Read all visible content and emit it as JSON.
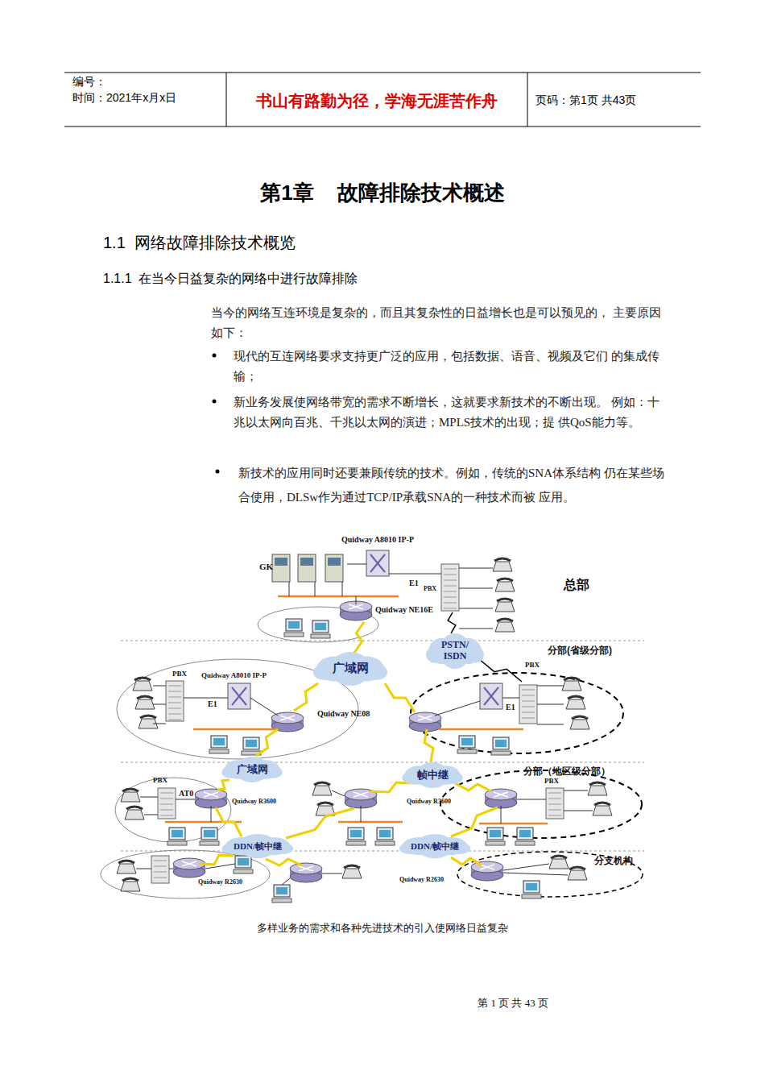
{
  "diagram": {
    "title": "第1章    故障排除技术概述",
    "caption": "多样业务的需求和各种先进技术的引入使网络日益复杂",
    "nodes": [
      {
        "text": [
          "PSTN/ ISDN"
        ]
      },
      {
        "text": [
          "广域网"
        ]
      },
      {
        "text": [
          "广域网"
        ]
      },
      {
        "text": [
          "帧中继"
        ]
      },
      {
        "text": [
          "DDN/帧中继"
        ]
      },
      {
        "text": [
          "DDN/帧中继"
        ]
      }
    ],
    "labels": [
      "编号：",
      "时间：2021年x月x日",
      "书山有路勤为径，学海无涯苦作舟",
      "页码：第1页 共43页",
      "1.1  网络故障排除技术概览",
      "1.1.1  在当今日益复杂的网络中进行故障排除",
      "当今的网络互连环境是复杂的，而且其复杂性的日益增长也是可以预见的， 主要原因如下：",
      "现代的互连网络要求支持更广泛的应用，包括数据、语音、视频及它们 的集成传输；",
      "新业务发展使网络带宽的需求不断增长，这就要求新技术的不断出现。 例如：十兆以太网向百兆、千兆以太网的演进；MPLS技术的出现；提 供QoS能力等。",
      "新技术的应用同时还要兼顾传统的技术。例如，传统的SNA体系结构 仍在某些场合使用，DLSw作为通过TCP/IP承载SNA的一种技术而被 应用。",
      "Quidway A8010 IP-P",
      "GK",
      "E1",
      "PBX",
      "Quidway NE16E",
      "总部",
      "分部(省级分部)",
      "PBX",
      "Quidway A8010 IP-P",
      "E1",
      "Quidway NE08",
      "PBX",
      "E1",
      "分部（地区级分部）",
      "PBX",
      "AT0",
      "Quidway R3600",
      "Quidway R3600",
      "PBX",
      "分支机构",
      "Quidway R2630",
      "Quidway R2630",
      "第 1 页 共 43 页"
    ]
  }
}
